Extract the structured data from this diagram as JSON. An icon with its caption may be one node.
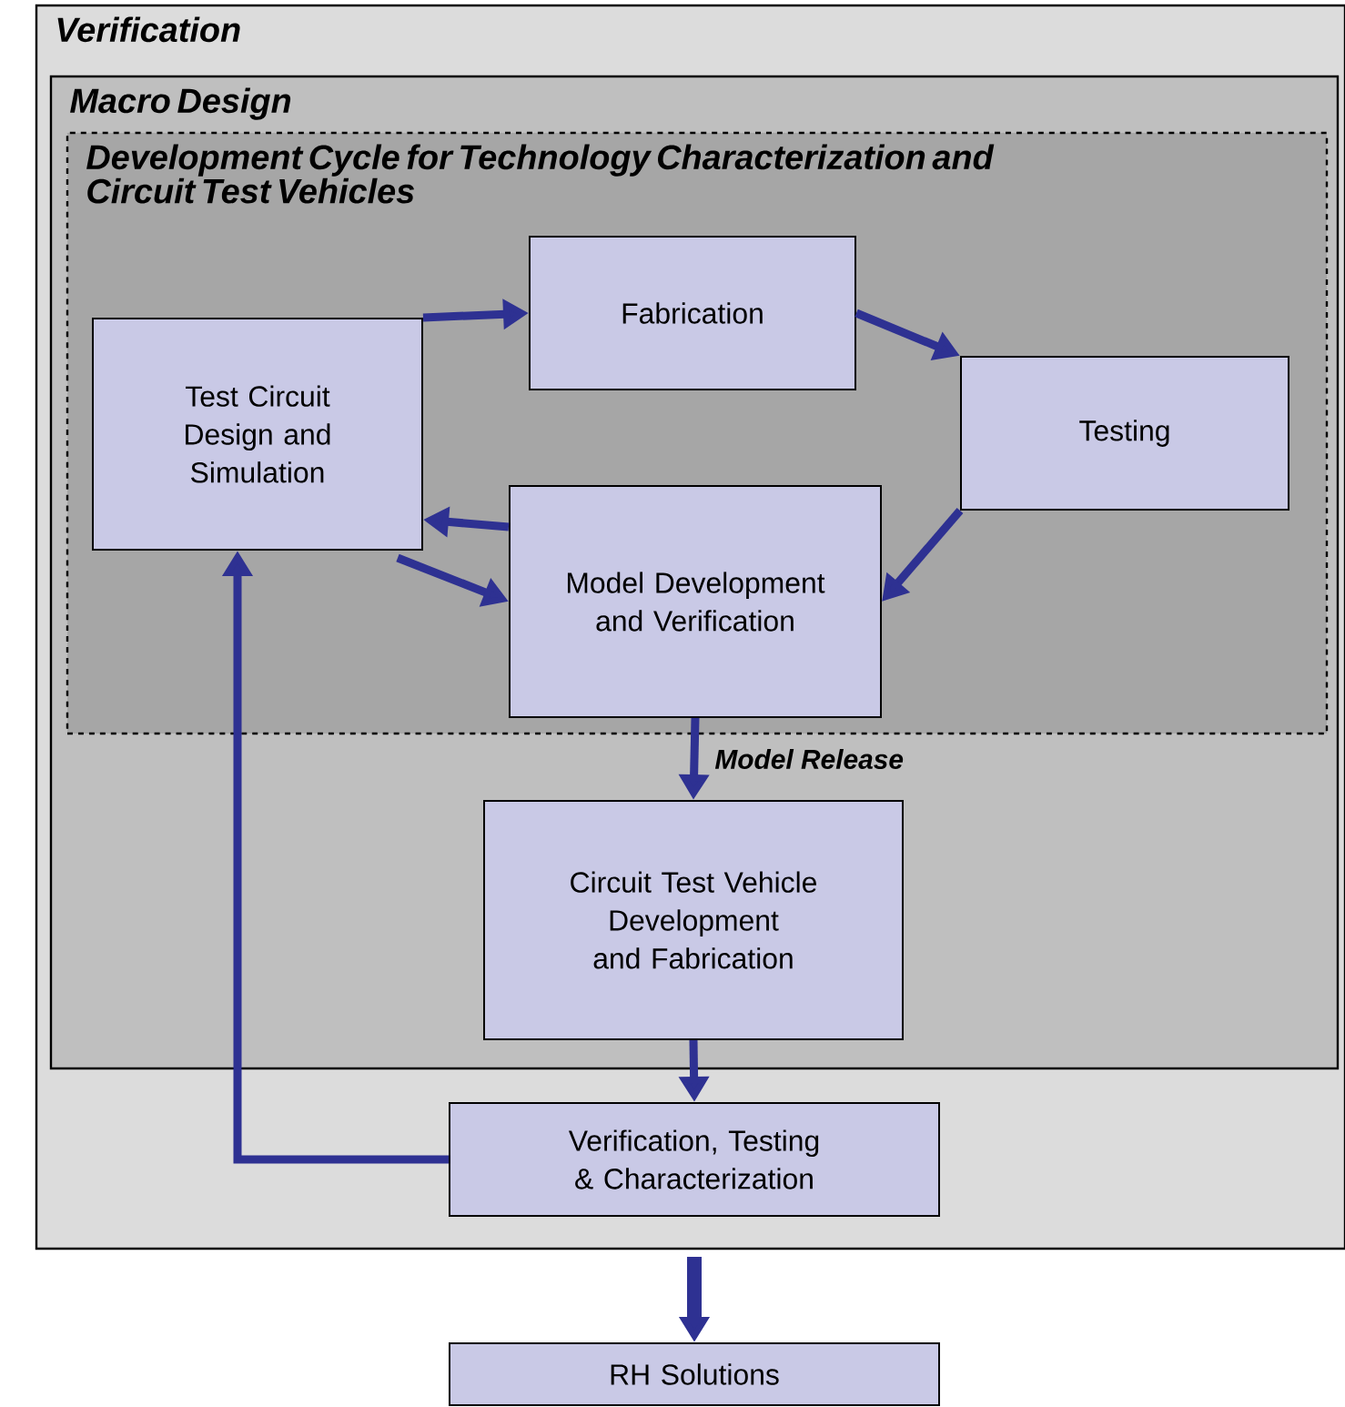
{
  "diagram": {
    "nodes": [
      {
        "text": [
          "Verification"
        ]
      },
      {
        "text": [
          "Macro Design"
        ],
        "in": 0
      },
      {
        "text": [
          "Development Cycle for Technology Characterization and Circuit Test Vehicles"
        ],
        "in": 1
      },
      {
        "text": [
          "Test Circuit Design and Simulation"
        ],
        "in": 2
      },
      {
        "text": [
          "Fabrication"
        ],
        "in": 2
      },
      {
        "text": [
          "Testing"
        ],
        "in": 2
      },
      {
        "text": [
          "Model Development and Verification"
        ],
        "in": 2
      },
      {
        "text": [
          "Circuit Test Vehicle Development and Fabrication"
        ],
        "in": 1
      },
      {
        "text": [
          "Verification, Testing & Characterization"
        ],
        "in": 0
      },
      {
        "text": [
          "RH Solutions"
        ]
      }
    ],
    "edges": [
      {
        "from": 3,
        "to": 4,
        "arrow": "to"
      },
      {
        "from": 4,
        "to": 5,
        "arrow": "to"
      },
      {
        "from": 5,
        "to": 6,
        "arrow": "to"
      },
      {
        "from": 6,
        "to": 3,
        "arrow": "to"
      },
      {
        "from": 3,
        "to": 6,
        "arrow": "to"
      },
      {
        "from": 6,
        "to": 7,
        "arrow": "to",
        "label": "Model Release"
      },
      {
        "from": 7,
        "to": 8,
        "arrow": "to"
      },
      {
        "from": 8,
        "to": 3,
        "arrow": "to"
      },
      {
        "from": 8,
        "to": 9,
        "arrow": "to"
      }
    ]
  }
}
